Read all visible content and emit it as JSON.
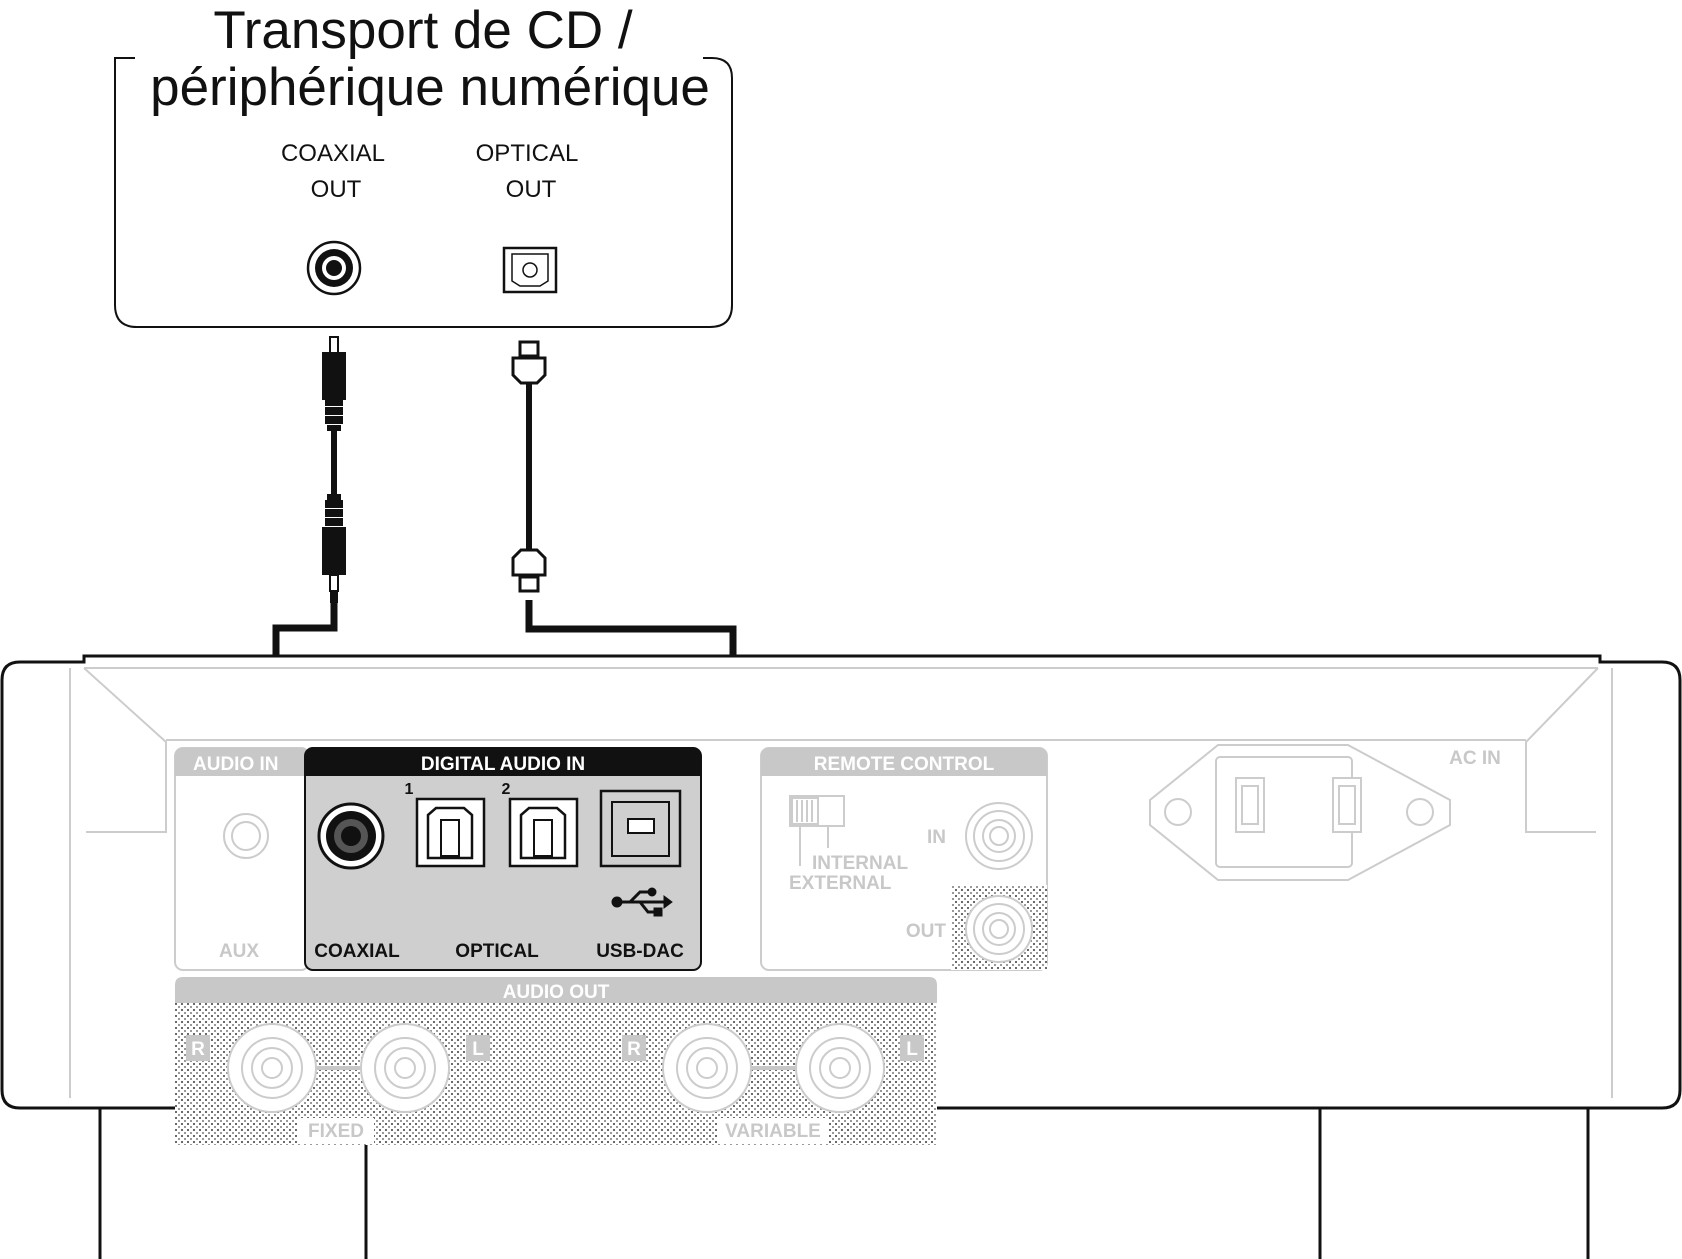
{
  "source_device": {
    "title_line1": "Transport de CD /",
    "title_line2": "périphérique numérique",
    "coaxial_out_line1": "COAXIAL",
    "coaxial_out_line2": "OUT",
    "optical_out_line1": "OPTICAL",
    "optical_out_line2": "OUT"
  },
  "rear_panel": {
    "audio_in_header": "AUDIO IN",
    "aux_label": "AUX",
    "digital_audio_in_header": "DIGITAL AUDIO IN",
    "optical_num_1": "1",
    "optical_num_2": "2",
    "coaxial_label": "COAXIAL",
    "optical_label": "OPTICAL",
    "usb_dac_label": "USB-DAC",
    "remote_control_header": "REMOTE CONTROL",
    "switch_internal": "INTERNAL",
    "switch_external": "EXTERNAL",
    "remote_in": "IN",
    "remote_out": "OUT",
    "ac_in_label": "AC IN",
    "audio_out_header": "AUDIO OUT",
    "ch_r_1": "R",
    "ch_l_1": "L",
    "ch_r_2": "R",
    "ch_l_2": "L",
    "fixed_label": "FIXED",
    "variable_label": "VARIABLE"
  },
  "icons": {
    "usb": "usb-icon",
    "coaxial_jack": "coaxial-jack-icon",
    "optical_jack": "optical-jack-icon",
    "usb_b_port": "usb-b-port-icon",
    "rca_plug": "rca-plug-icon",
    "optical_plug": "optical-plug-icon",
    "ac_inlet": "ac-inlet-icon"
  },
  "colors": {
    "line": "#111111",
    "panel_gray": "#bdbdbd",
    "digital_panel_bg": "#cfcfcf",
    "digital_header": "#111111"
  }
}
